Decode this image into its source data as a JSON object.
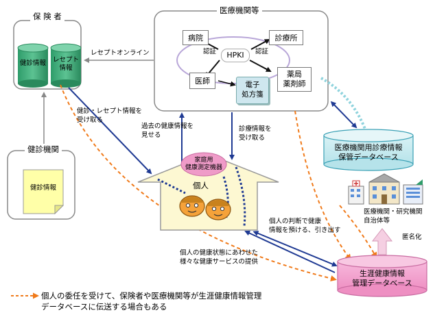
{
  "colors": {
    "navy": "#1f3a93",
    "orange": "#f07a1a",
    "teal": "#8fd3dd",
    "green": "#2e9c6a",
    "pink": "#ef9bc8",
    "yellow": "#ffffa8",
    "house_fill": "#fdf8d2",
    "face": "#f5a23a"
  },
  "insurer": {
    "title": "保 険 者",
    "db1": "健診情報",
    "db2_line1": "レセプト",
    "db2_line2": "情報"
  },
  "medical": {
    "title": "医療機関等",
    "hospital": "病院",
    "clinic": "診療所",
    "hpki": "HPKI",
    "auth_left": "認証",
    "auth_right": "認証",
    "doctor": "医師",
    "pharmacy_line1": "薬局",
    "pharmacy_line2": "薬剤師",
    "rx_line1": "電子",
    "rx_line2": "処方箋"
  },
  "checkup": {
    "title": "健診機関",
    "doc": "健診情報"
  },
  "edges": {
    "receipt_online": "レセプトオンライン",
    "checkup_receive_line1": "健診・レセプト情報を",
    "checkup_receive_line2": "受け取る",
    "past_info_line1": "過去の健康情報を",
    "past_info_line2": "見せる",
    "treatment_line1": "診療情報を",
    "treatment_line2": "受け取る",
    "deposit_line1": "個人の判断で健康",
    "deposit_line2": "情報を預ける、引き出す",
    "service_line1": "個人の健康状態にあわせた",
    "service_line2": "様々な健康サービスの提供",
    "anonymize": "匿名化"
  },
  "house": {
    "device_line1": "家庭用",
    "device_line2": "健康測定機器",
    "person": "個人"
  },
  "medical_db": {
    "line1": "医療機関用診療情報",
    "line2": "保管データベース"
  },
  "institutions": {
    "line1": "医療機関・研究機関",
    "line2": "自治体等"
  },
  "lifelong_db": {
    "line1": "生涯健康情報",
    "line2": "管理データベース"
  },
  "footnote": {
    "line1": "個人の委任を受けて、保険者や医療機関等が生涯健康情報管理",
    "line2": "データベースに伝送する場合もある"
  }
}
